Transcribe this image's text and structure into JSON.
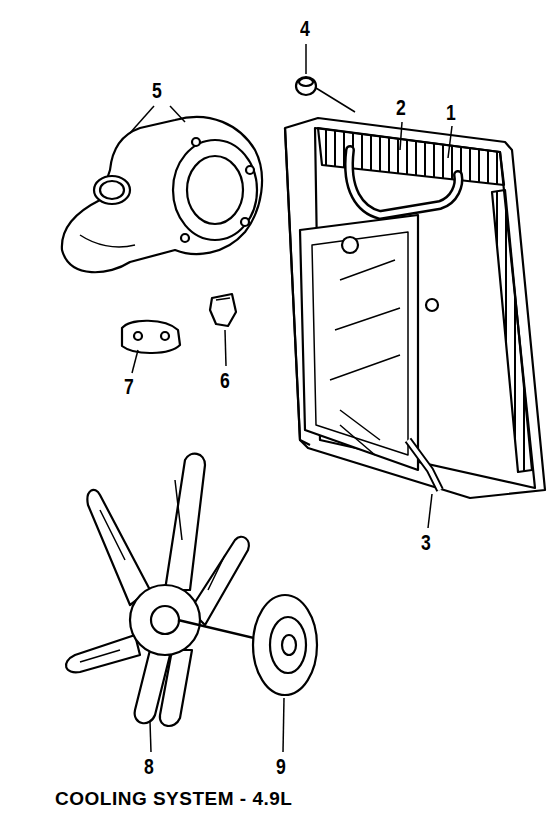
{
  "diagram": {
    "title": "COOLING SYSTEM - 4.9L",
    "labels": [
      "4",
      "5",
      "2",
      "1",
      "6",
      "7",
      "3",
      "8",
      "9"
    ]
  }
}
